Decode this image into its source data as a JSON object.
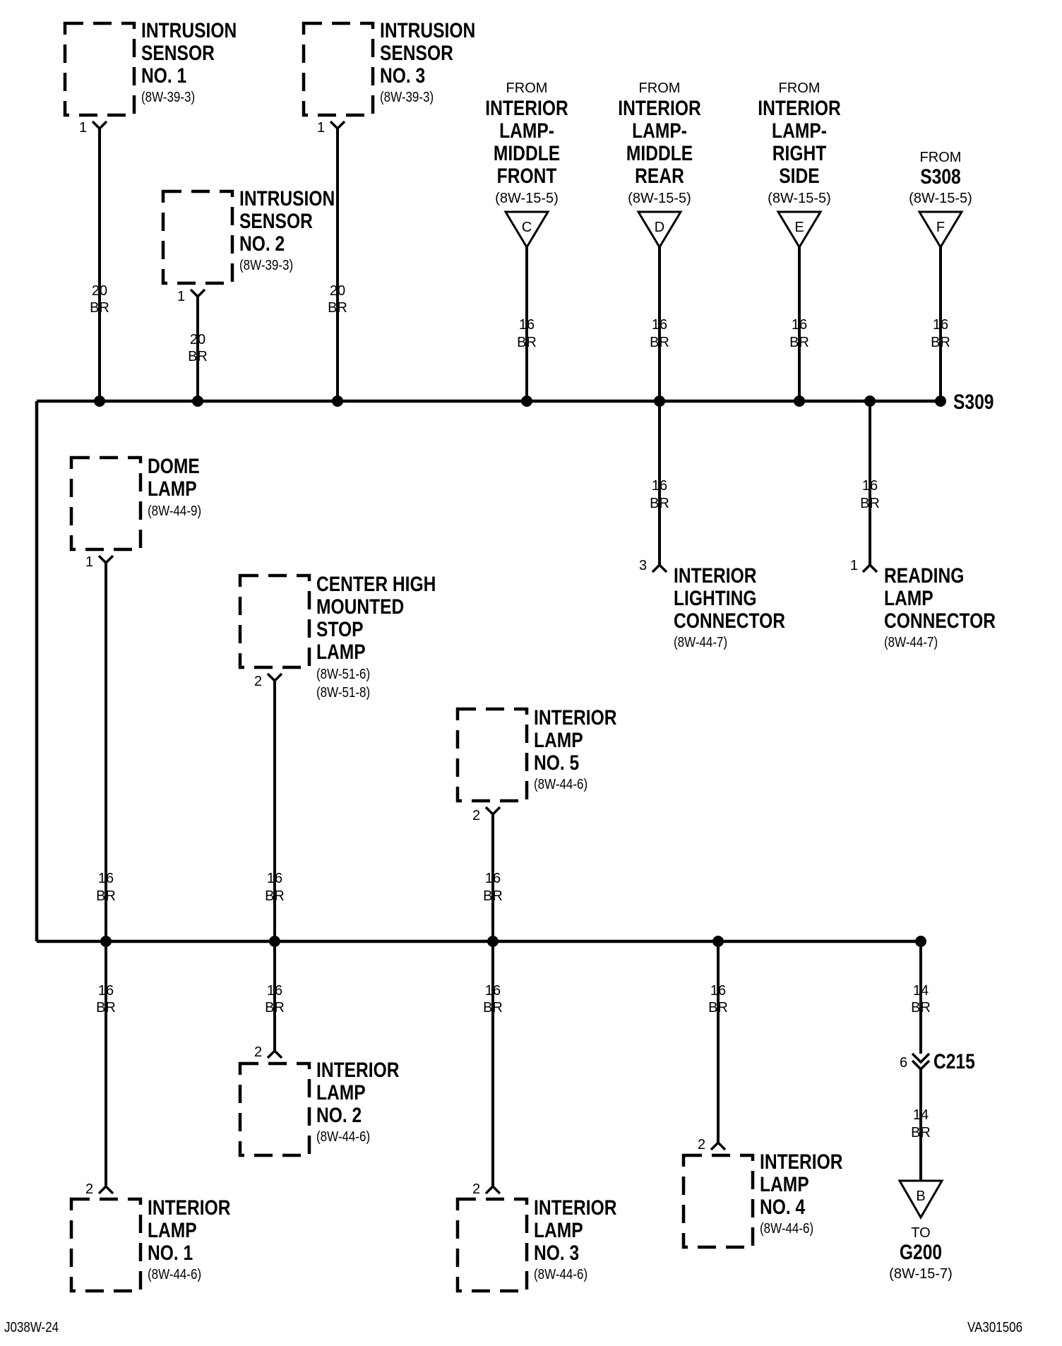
{
  "intrusion_sensor_1": {
    "lines": [
      "INTRUSION",
      "SENSOR",
      "NO. 1"
    ],
    "ref": "(8W-39-3)",
    "pin": "1",
    "gauge": "20",
    "color": "BR"
  },
  "intrusion_sensor_2": {
    "lines": [
      "INTRUSION",
      "SENSOR",
      "NO. 2"
    ],
    "ref": "(8W-39-3)",
    "pin": "1",
    "gauge": "20",
    "color": "BR"
  },
  "intrusion_sensor_3": {
    "lines": [
      "INTRUSION",
      "SENSOR",
      "NO. 3"
    ],
    "ref": "(8W-39-3)",
    "pin": "1",
    "gauge": "20",
    "color": "BR"
  },
  "from_c": {
    "from": "FROM",
    "lines": [
      "INTERIOR",
      "LAMP-",
      "MIDDLE",
      "FRONT"
    ],
    "ref": "(8W-15-5)",
    "letter": "C",
    "gauge": "16",
    "color": "BR"
  },
  "from_d": {
    "from": "FROM",
    "lines": [
      "INTERIOR",
      "LAMP-",
      "MIDDLE",
      "REAR"
    ],
    "ref": "(8W-15-5)",
    "letter": "D",
    "gauge": "16",
    "color": "BR"
  },
  "from_e": {
    "from": "FROM",
    "lines": [
      "INTERIOR",
      "LAMP-",
      "RIGHT",
      "SIDE"
    ],
    "ref": "(8W-15-5)",
    "letter": "E",
    "gauge": "16",
    "color": "BR"
  },
  "from_f": {
    "from": "FROM",
    "lines": [
      "S308"
    ],
    "ref": "(8W-15-5)",
    "letter": "F",
    "gauge": "16",
    "color": "BR"
  },
  "splice": "S309",
  "interior_lighting_connector": {
    "lines": [
      "INTERIOR",
      "LIGHTING",
      "CONNECTOR"
    ],
    "ref": "(8W-44-7)",
    "pin": "3",
    "gauge": "16",
    "color": "BR"
  },
  "reading_lamp_connector": {
    "lines": [
      "READING",
      "LAMP",
      "CONNECTOR"
    ],
    "ref": "(8W-44-7)",
    "pin": "1",
    "gauge": "16",
    "color": "BR"
  },
  "dome_lamp": {
    "lines": [
      "DOME",
      "LAMP"
    ],
    "ref": "(8W-44-9)",
    "pin": "1",
    "gauge": "16",
    "color": "BR"
  },
  "chmsl": {
    "lines": [
      "CENTER HIGH",
      "MOUNTED",
      "STOP",
      "LAMP"
    ],
    "refs": [
      "(8W-51-6)",
      "(8W-51-8)"
    ],
    "pin": "2",
    "gauge": "16",
    "color": "BR"
  },
  "interior_lamp_5": {
    "lines": [
      "INTERIOR",
      "LAMP",
      "NO. 5"
    ],
    "ref": "(8W-44-6)",
    "pin": "2",
    "gauge": "16",
    "color": "BR"
  },
  "interior_lamp_1": {
    "lines": [
      "INTERIOR",
      "LAMP",
      "NO. 1"
    ],
    "ref": "(8W-44-6)",
    "pin": "2",
    "gauge": "16",
    "color": "BR"
  },
  "interior_lamp_2": {
    "lines": [
      "INTERIOR",
      "LAMP",
      "NO. 2"
    ],
    "ref": "(8W-44-6)",
    "pin": "2",
    "gauge": "16",
    "color": "BR"
  },
  "interior_lamp_3": {
    "lines": [
      "INTERIOR",
      "LAMP",
      "NO. 3"
    ],
    "ref": "(8W-44-6)",
    "pin": "2",
    "gauge": "16",
    "color": "BR"
  },
  "interior_lamp_4": {
    "lines": [
      "INTERIOR",
      "LAMP",
      "NO. 4"
    ],
    "ref": "(8W-44-6)",
    "pin": "2",
    "gauge": "16",
    "color": "BR"
  },
  "ground_path": {
    "gauge_upper": "14",
    "color_upper": "BR",
    "connector": "C215",
    "connector_pin": "6",
    "gauge_lower": "14",
    "color_lower": "BR",
    "letter": "B",
    "to": "TO",
    "dest": "G200",
    "ref": "(8W-15-7)"
  },
  "footer": {
    "left": "J038W-24",
    "right": "VA301506"
  }
}
